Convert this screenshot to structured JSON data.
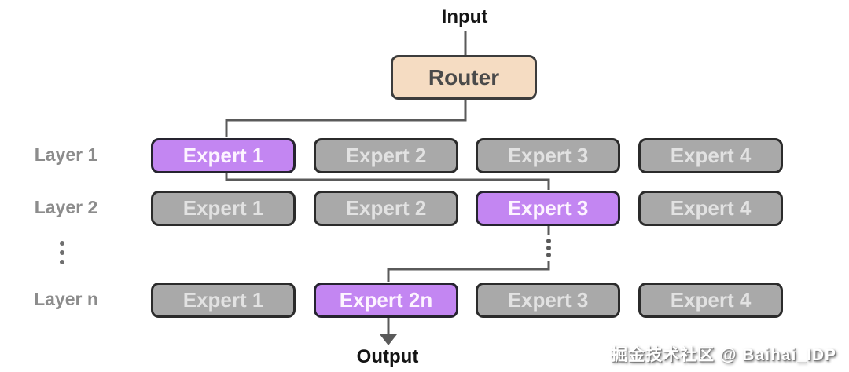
{
  "labels": {
    "input": "Input",
    "router": "Router",
    "output": "Output"
  },
  "layers": [
    {
      "name": "Layer 1",
      "experts": [
        {
          "label": "Expert 1",
          "active": true
        },
        {
          "label": "Expert 2",
          "active": false
        },
        {
          "label": "Expert 3",
          "active": false
        },
        {
          "label": "Expert 4",
          "active": false
        }
      ]
    },
    {
      "name": "Layer 2",
      "experts": [
        {
          "label": "Expert 1",
          "active": false
        },
        {
          "label": "Expert 2",
          "active": false
        },
        {
          "label": "Expert 3",
          "active": true
        },
        {
          "label": "Expert 4",
          "active": false
        }
      ]
    },
    {
      "name": "Layer n",
      "experts": [
        {
          "label": "Expert 1",
          "active": false
        },
        {
          "label": "Expert 2n",
          "active": true
        },
        {
          "label": "Expert 3",
          "active": false
        },
        {
          "label": "Expert 4",
          "active": false
        }
      ]
    }
  ],
  "watermark": "掘金技术社区 @ Baihai_IDP",
  "colors": {
    "active": "#c386f2",
    "inactive": "#a9a9a9",
    "router": "#f5dcc2",
    "connector": "#5a5a5a"
  }
}
